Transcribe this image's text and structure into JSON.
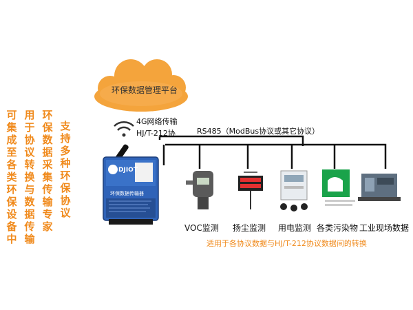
{
  "cloud": {
    "label": "环保数据管理平台"
  },
  "left_columns": [
    "可集成至各类环保设备中",
    "用于协议转换与数据传输",
    "环保数据采集传输专家",
    "支持多种环保协议"
  ],
  "link": {
    "wireless_label": "4G网络传输",
    "protocol_label": "HJ/T-212协",
    "bus_label": "RS485（ModBus协议或其它协议）"
  },
  "gateway": {
    "brand": "DJIOT",
    "name": "环保数据传输器"
  },
  "devices": [
    {
      "label": "VOC监测"
    },
    {
      "label": "扬尘监测"
    },
    {
      "label": "用电监测"
    },
    {
      "label": "各类污染物"
    },
    {
      "label": "工业现场数据"
    }
  ],
  "note": "适用于各协议数据与HJ/T-212协议数据间的转换",
  "colors": {
    "cloud": "#f4a43c",
    "accent": "#f08a1c",
    "gateway": "#2f63b8",
    "green_sign": "#1aa34a"
  }
}
